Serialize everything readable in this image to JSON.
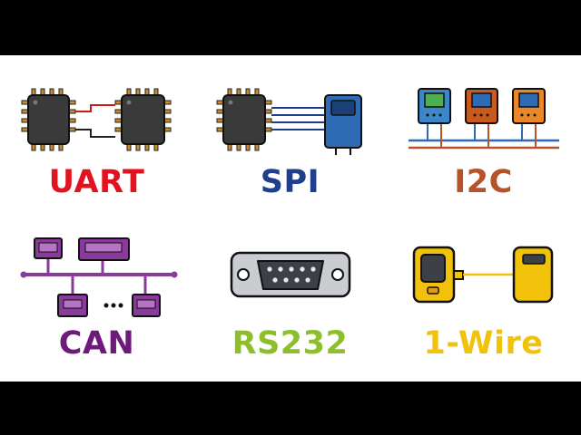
{
  "protocols": [
    {
      "id": "uart",
      "label": "UART",
      "color": "#e3121f"
    },
    {
      "id": "spi",
      "label": "SPI",
      "color": "#1f3f8c"
    },
    {
      "id": "i2c",
      "label": "I2C",
      "color": "#b5532a"
    },
    {
      "id": "can",
      "label": "CAN",
      "color": "#6e1a7a"
    },
    {
      "id": "rs232",
      "label": "RS232",
      "color": "#8cbf2a"
    },
    {
      "id": "onewire",
      "label": "1-Wire",
      "color": "#f2c20a"
    }
  ],
  "icons": {
    "uart": "two-chips-connected-icon",
    "spi": "chip-to-module-icon",
    "i2c": "bus-devices-icon",
    "can": "network-bus-icon",
    "rs232": "db9-connector-icon",
    "onewire": "one-wire-devices-icon"
  },
  "colors": {
    "chip_body": "#3a3a3a",
    "chip_pin": "#c88a2a",
    "spi_module": "#2e6bb5",
    "i2c_dev1": "#3d86c7",
    "i2c_dev2": "#c85a1e",
    "i2c_dev3": "#e8882a",
    "can_purple": "#8a3a9c",
    "db9_gray": "#c9ccd0",
    "onewire_yellow": "#f2c20a"
  }
}
